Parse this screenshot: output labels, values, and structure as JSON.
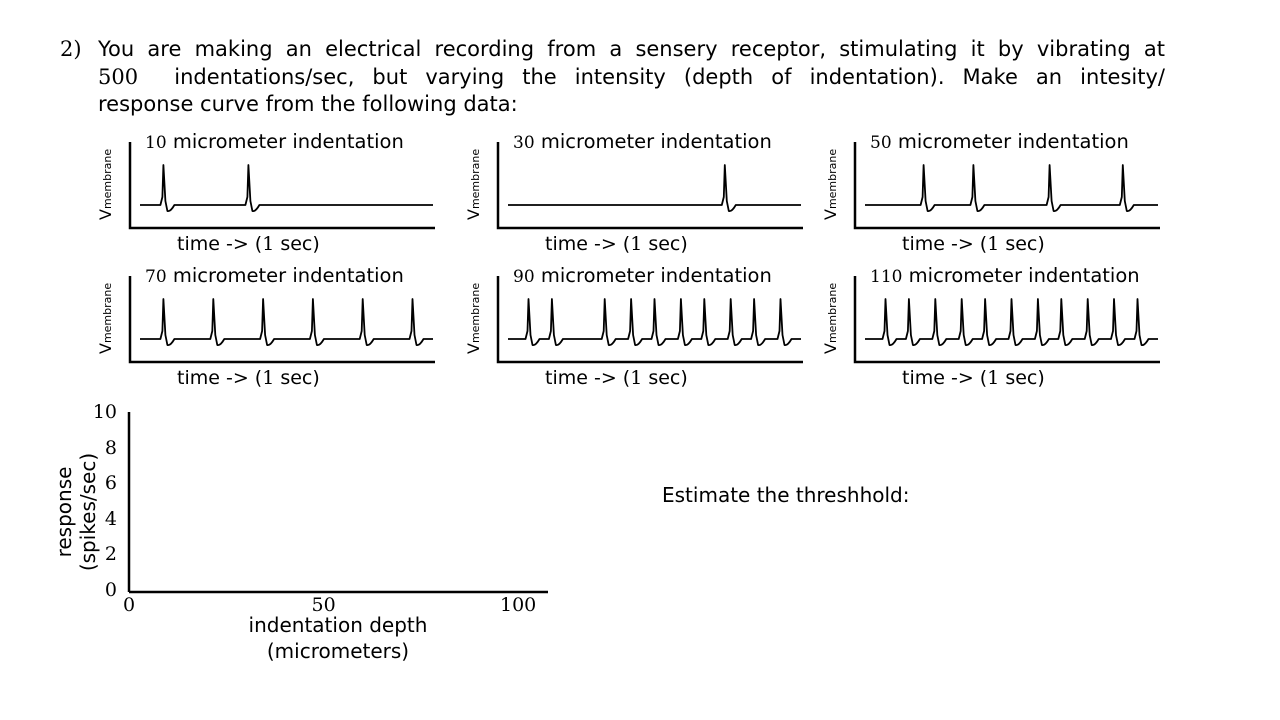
{
  "question": {
    "number": "2)",
    "line1": "You are making an electrical recording from a sensery receptor, stimulating it by vibrating at",
    "line2_num": "500",
    "line2_rest": "indentations/sec, but varying the intensity (depth of indentation). Make an intesity/",
    "line3": "response curve from the following data:"
  },
  "panels": [
    {
      "value": "10",
      "unit": "micrometer indentation",
      "spike_times": [
        0.08,
        0.37
      ]
    },
    {
      "value": "30",
      "unit": "micrometer indentation",
      "spike_times": [
        0.74
      ]
    },
    {
      "value": "50",
      "unit": "micrometer indentation",
      "spike_times": [
        0.2,
        0.37,
        0.63,
        0.88
      ]
    },
    {
      "value": "70",
      "unit": "micrometer indentation",
      "spike_times": [
        0.08,
        0.25,
        0.42,
        0.59,
        0.76,
        0.93
      ]
    },
    {
      "value": "90",
      "unit": "micrometer indentation",
      "spike_times": [
        0.07,
        0.15,
        0.33,
        0.42,
        0.5,
        0.59,
        0.67,
        0.76,
        0.84,
        0.93
      ]
    },
    {
      "value": "110",
      "unit": "micrometer indentation",
      "spike_times": [
        0.07,
        0.15,
        0.24,
        0.33,
        0.41,
        0.5,
        0.59,
        0.67,
        0.76,
        0.85,
        0.93
      ]
    }
  ],
  "panel_ylabel": {
    "main": "V",
    "sub": "membrane"
  },
  "panel_xlabel": {
    "text": "time -> (",
    "num": "1",
    "unit": " sec)"
  },
  "chart_data": {
    "type": "scatter",
    "x": [],
    "y": [],
    "xlabel_line1": "indentation depth",
    "xlabel_line2": "(micrometers)",
    "ylabel_line1": "response",
    "ylabel_line2": "(spikes/sec)",
    "xlim": [
      0,
      100
    ],
    "ylim": [
      0,
      10
    ],
    "xticks": [
      0,
      50,
      100
    ],
    "yticks": [
      0,
      2,
      4,
      6,
      8,
      10
    ]
  },
  "estimate_label": "Estimate the threshhold:"
}
